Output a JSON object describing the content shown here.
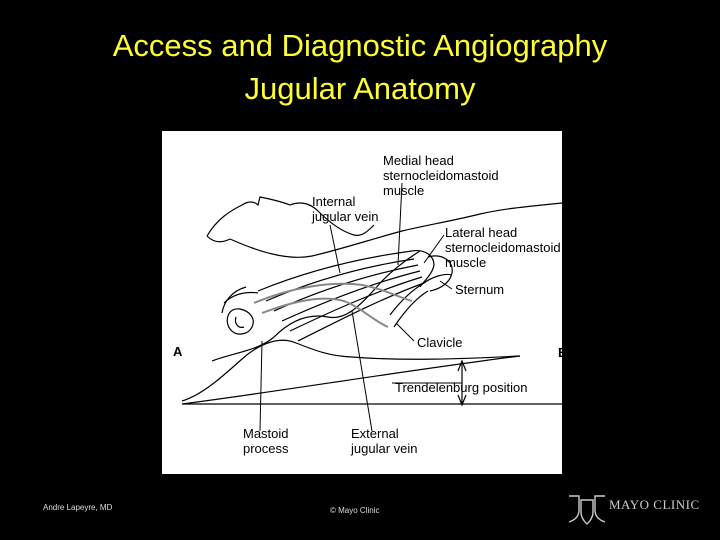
{
  "slide": {
    "title_line1": "Access and Diagnostic Angiography",
    "title_line2": "Jugular Anatomy"
  },
  "diagram": {
    "labels": {
      "medial_head": [
        "Medial head",
        "sternocleidomastoid",
        "muscle"
      ],
      "internal_jugular": [
        "Internal",
        "jugular vein"
      ],
      "lateral_head": [
        "Lateral head",
        "sternocleidomastoid",
        "muscle"
      ],
      "sternum": "Sternum",
      "clavicle": "Clavicle",
      "point_a": "A",
      "point_b": "B",
      "trendelenburg": "Trendelenburg position",
      "mastoid": [
        "Mastoid",
        "process"
      ],
      "external_jugular": [
        "External",
        "jugular vein"
      ]
    }
  },
  "footer": {
    "author": "Andre Lapeyre, MD",
    "copyright": "© Mayo Clinic",
    "logo_text": "MAYO CLINIC"
  }
}
